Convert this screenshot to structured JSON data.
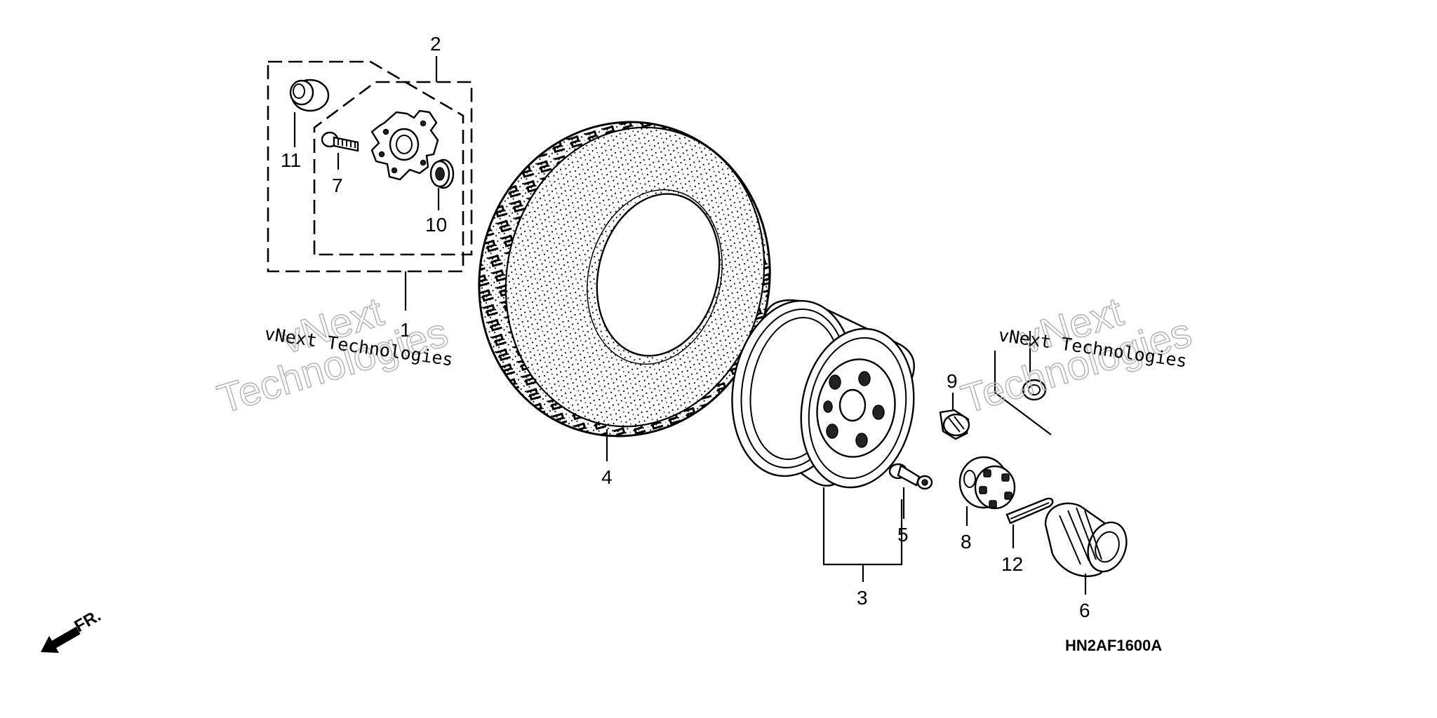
{
  "diagram_code": "HN2AF1600A",
  "direction_label": "FR.",
  "watermark": {
    "company": "vNext Technologies",
    "word1": "vNext",
    "word2": "Technologies"
  },
  "callouts": {
    "c1": "1",
    "c2": "2",
    "c3": "3",
    "c4": "4",
    "c5": "5",
    "c6": "6",
    "c7": "7",
    "c8": "8",
    "c9": "9",
    "c10": "10",
    "c11": "11",
    "c12": "12"
  },
  "icons": {
    "front_arrow": "arrow-down-left-icon"
  }
}
